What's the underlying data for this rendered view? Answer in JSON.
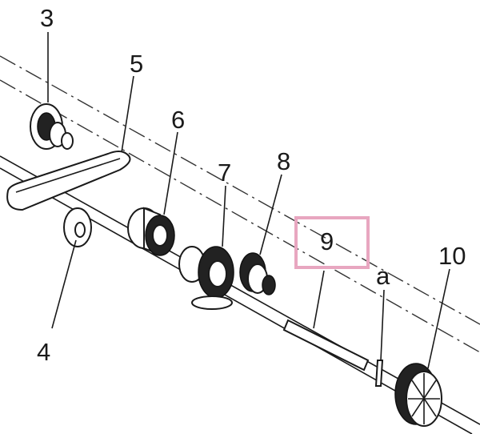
{
  "diagram": {
    "labels": {
      "p3": "3",
      "p4": "4",
      "p5": "5",
      "p6": "6",
      "p7": "7",
      "p8": "8",
      "p9": "9",
      "pa": "a",
      "p10": "10"
    },
    "highlight_color": "#e8a6c0"
  }
}
